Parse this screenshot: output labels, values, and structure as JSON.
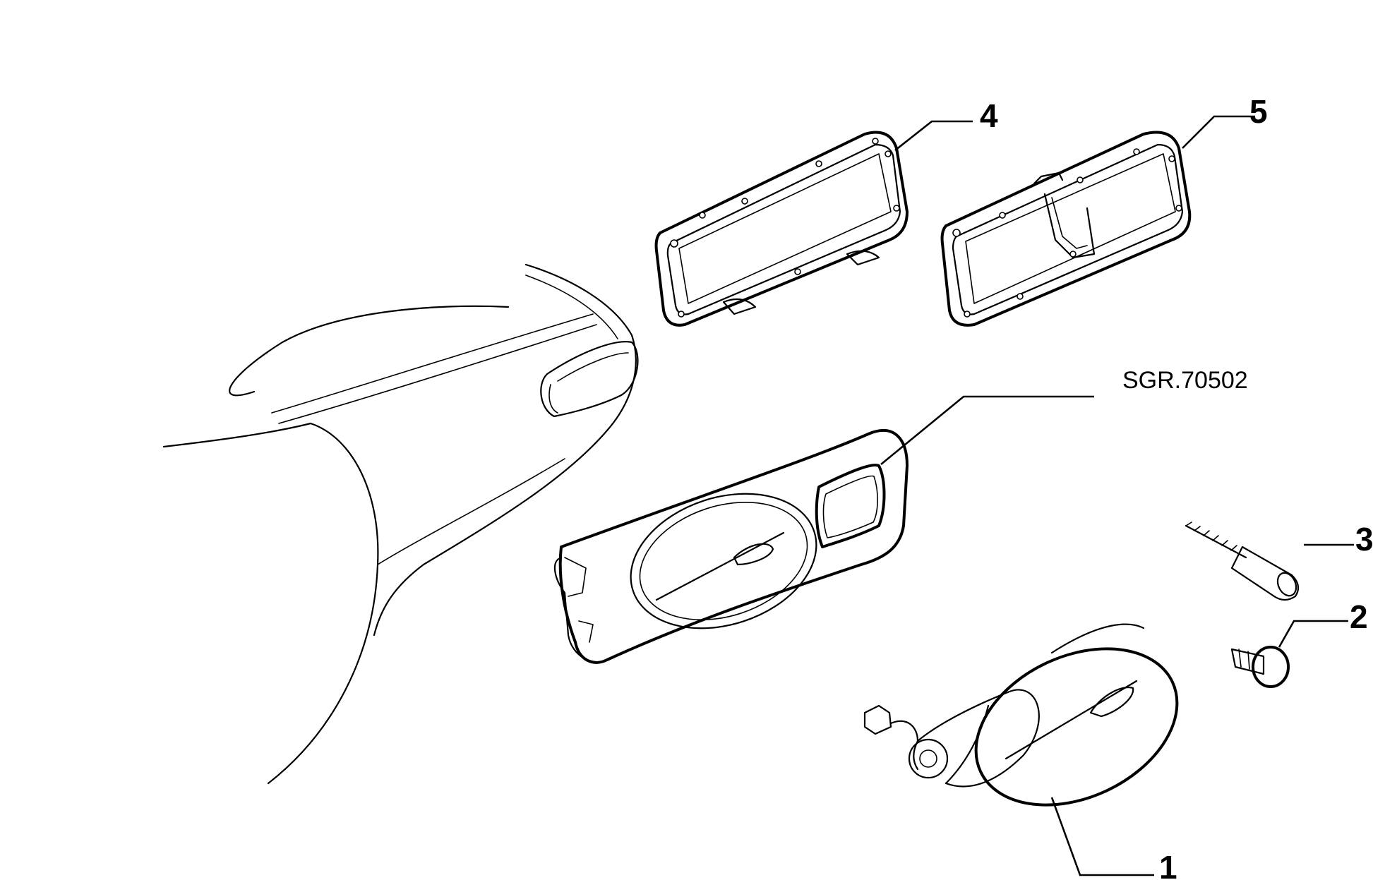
{
  "drawing_code": "SGR.70502",
  "callouts": {
    "c1": "1",
    "c2": "2",
    "c3": "3",
    "c4": "4",
    "c5": "5"
  }
}
